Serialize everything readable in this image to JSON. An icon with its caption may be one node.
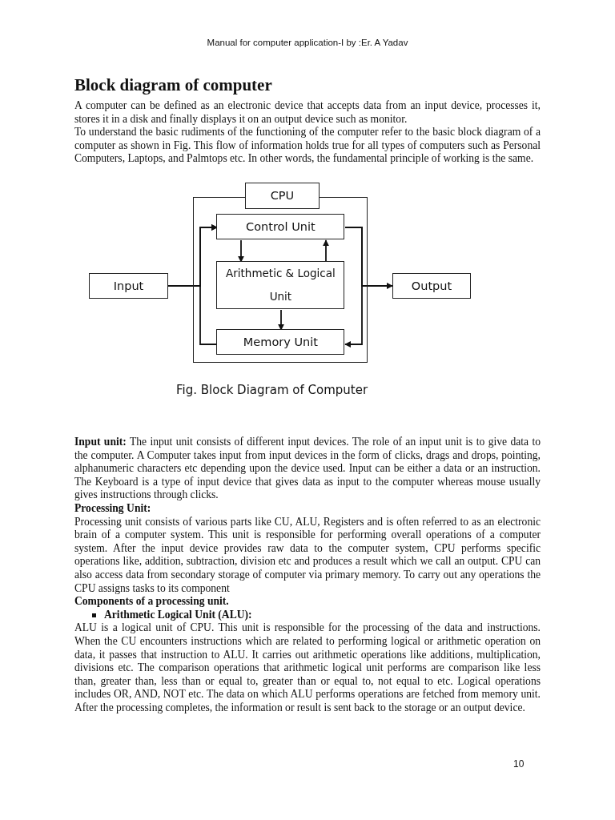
{
  "diagram": {
    "title": "Block diagram of computer",
    "caption": "Fig. Block Diagram of Computer",
    "nodes": [
      {
        "text": [],
        "shape": "box"
      },
      {
        "text": [
          "CPU"
        ]
      },
      {
        "text": [
          "Control Unit"
        ],
        "in": 0
      },
      {
        "text": [
          "Arithmetic & Logical Unit"
        ],
        "in": 0
      },
      {
        "text": [
          "Memory Unit"
        ],
        "in": 0
      },
      {
        "text": [
          "Input"
        ]
      },
      {
        "text": [
          "Output"
        ]
      }
    ],
    "edges": [
      {
        "from": 5,
        "to": 2,
        "arrow": "to"
      },
      {
        "from": 4,
        "to": 2,
        "arrow": "to"
      },
      {
        "from": 2,
        "to": 3,
        "arrow": "to"
      },
      {
        "from": 3,
        "to": 2,
        "arrow": "to"
      },
      {
        "from": 3,
        "to": 4,
        "arrow": "to"
      },
      {
        "from": 2,
        "to": 6,
        "arrow": "to"
      },
      {
        "from": 2,
        "to": 4,
        "arrow": "to"
      }
    ],
    "labels": [
      "Manual for computer application-I by :Er. A Yadav",
      "A computer can be defined as an electronic device that accepts data from an input device, processes it, stores it in a disk and finally displays it on an output device such as monitor.",
      "To understand the basic rudiments of the functioning of the computer refer to the basic block diagram of a computer as shown in Fig. This flow of information holds true for all types of computers such as Personal Computers, Laptops, and Palmtops etc. In other words, the fundamental principle of working is the same.",
      "**Input unit:** The input unit consists of different input devices. The role of an input unit is to give data to the computer. A Computer takes input from input devices in the form of clicks, drags and drops, pointing, alphanumeric characters etc depending upon the device used. Input can be either a data or an instruction. The Keyboard is a type of input device that gives data as input to the computer whereas mouse usually gives instructions through clicks.",
      "Processing Unit:",
      "Processing unit consists of various parts like CU, ALU, Registers and is often referred to as an electronic brain of a computer system. This unit is responsible for performing overall operations of a computer system. After the input device provides raw data to the computer system, CPU performs specific operations like, addition, subtraction, division etc and produces a result which we call an output. CPU can also access data from secondary storage of computer via primary memory. To carry out any operations the CPU assigns tasks to its component",
      "Components of a processing unit.",
      "Arithmetic Logical Unit (ALU):",
      "ALU is a logical unit of CPU. This unit is responsible for the processing of the data and instructions. When the CU encounters instructions which are related to performing logical or arithmetic operation on data, it passes that instruction to ALU. It carries out arithmetic operations like additions, multiplication, divisions etc. The comparison operations that arithmetic logical unit performs are comparison like less than, greater than, less than or equal to, greater than or equal to, not equal to etc. Logical operations includes OR, AND, NOT etc. The data on which ALU performs operations are fetched from memory unit. After the processing completes, the information or result is sent back to the storage or an output device.",
      "10"
    ]
  }
}
